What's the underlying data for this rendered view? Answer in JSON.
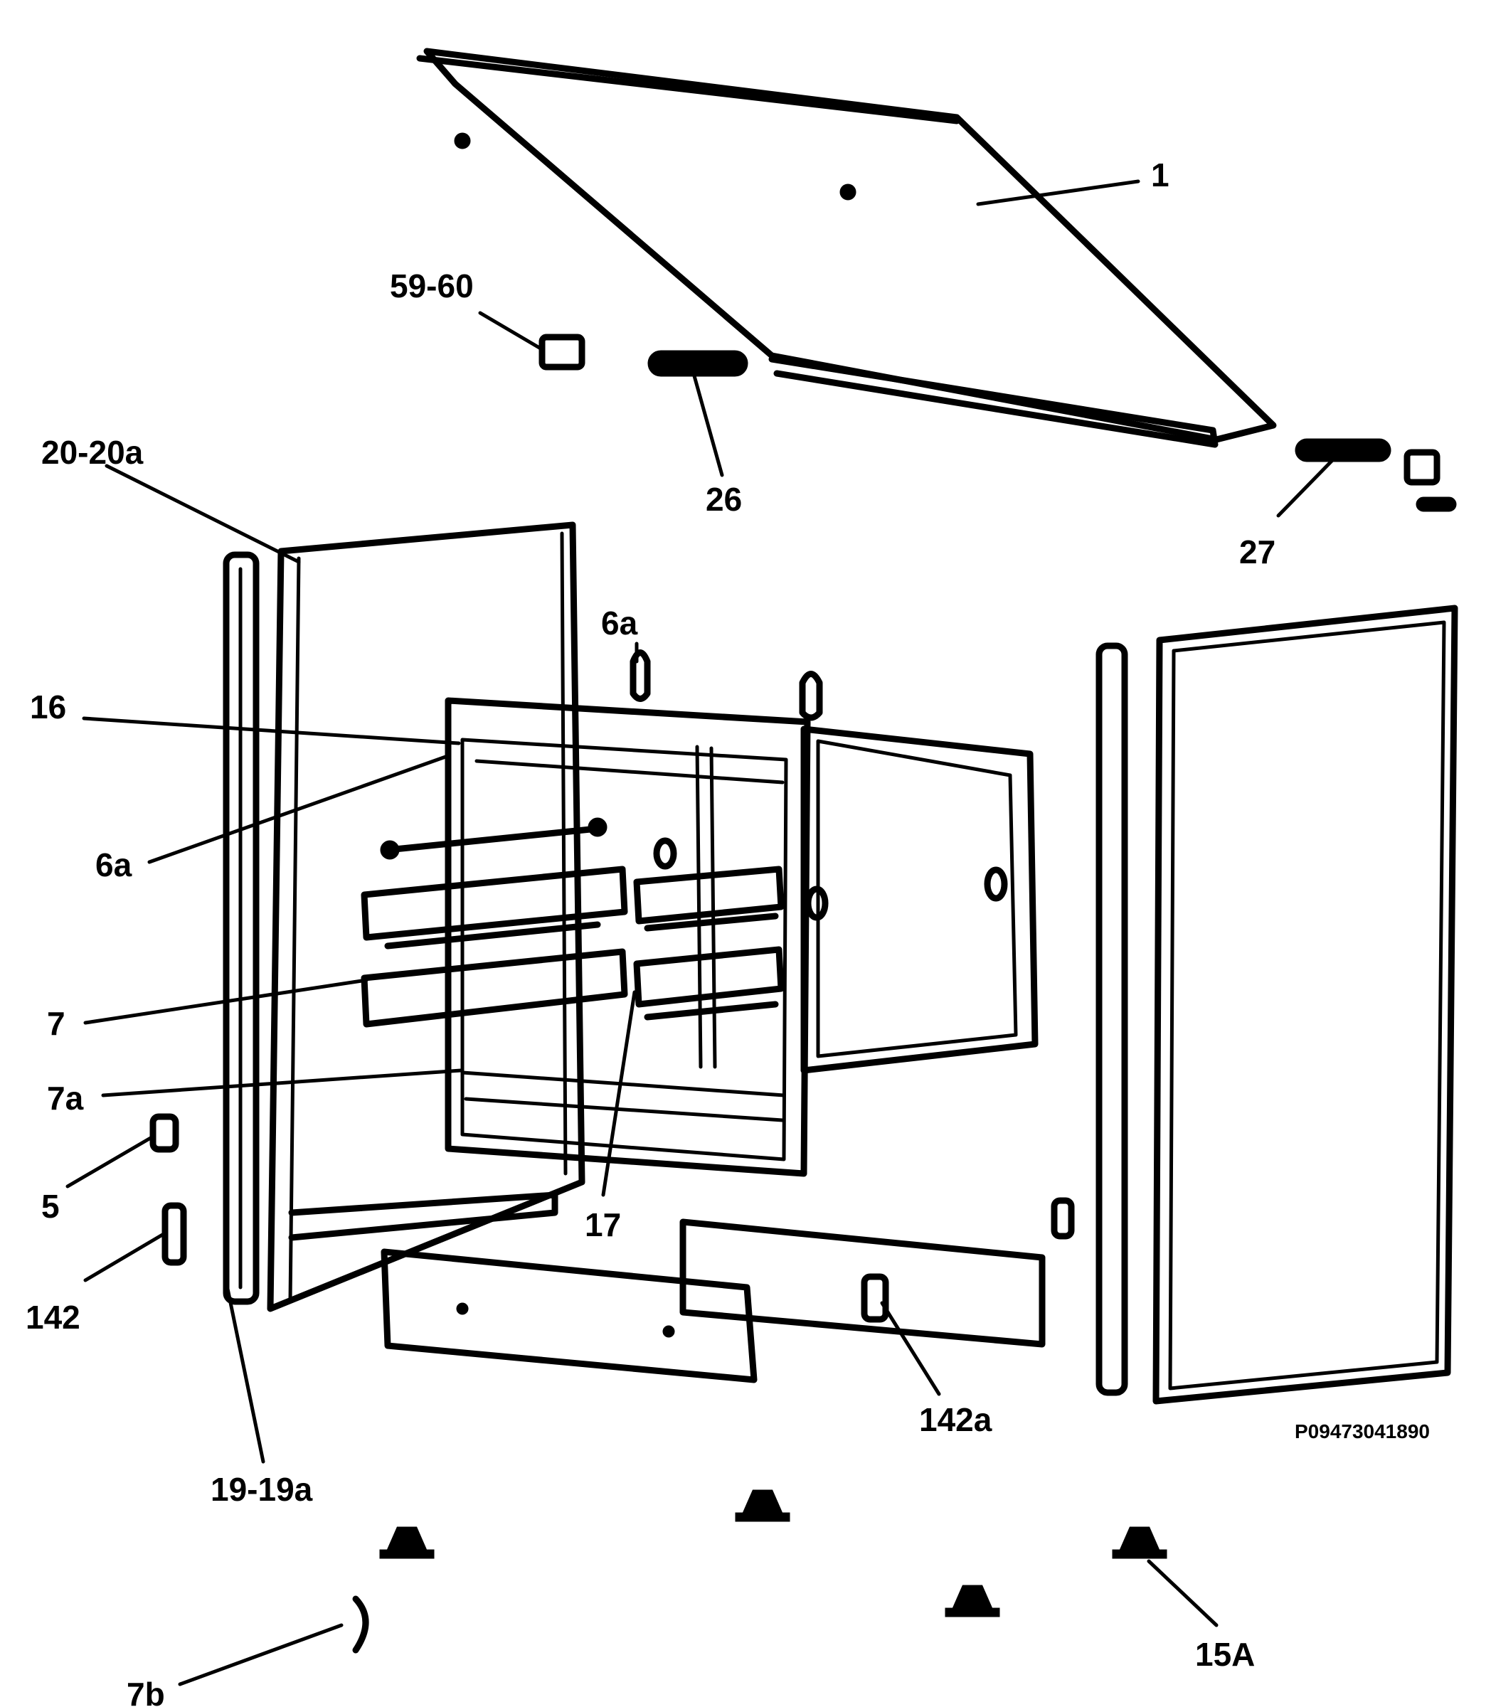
{
  "labels": {
    "l1": "1",
    "l59_60": "59-60",
    "l26": "26",
    "l27": "27",
    "l20_20a": "20-20a",
    "l6a_top": "6a",
    "l16": "16",
    "l6a_left": "6a",
    "l7": "7",
    "l7a": "7a",
    "l5": "5",
    "l142": "142",
    "l17": "17",
    "l142a": "142a",
    "l19_19a": "19-19a",
    "l15A": "15A",
    "l7b": "7b"
  },
  "drawing_code": "P09473041890"
}
